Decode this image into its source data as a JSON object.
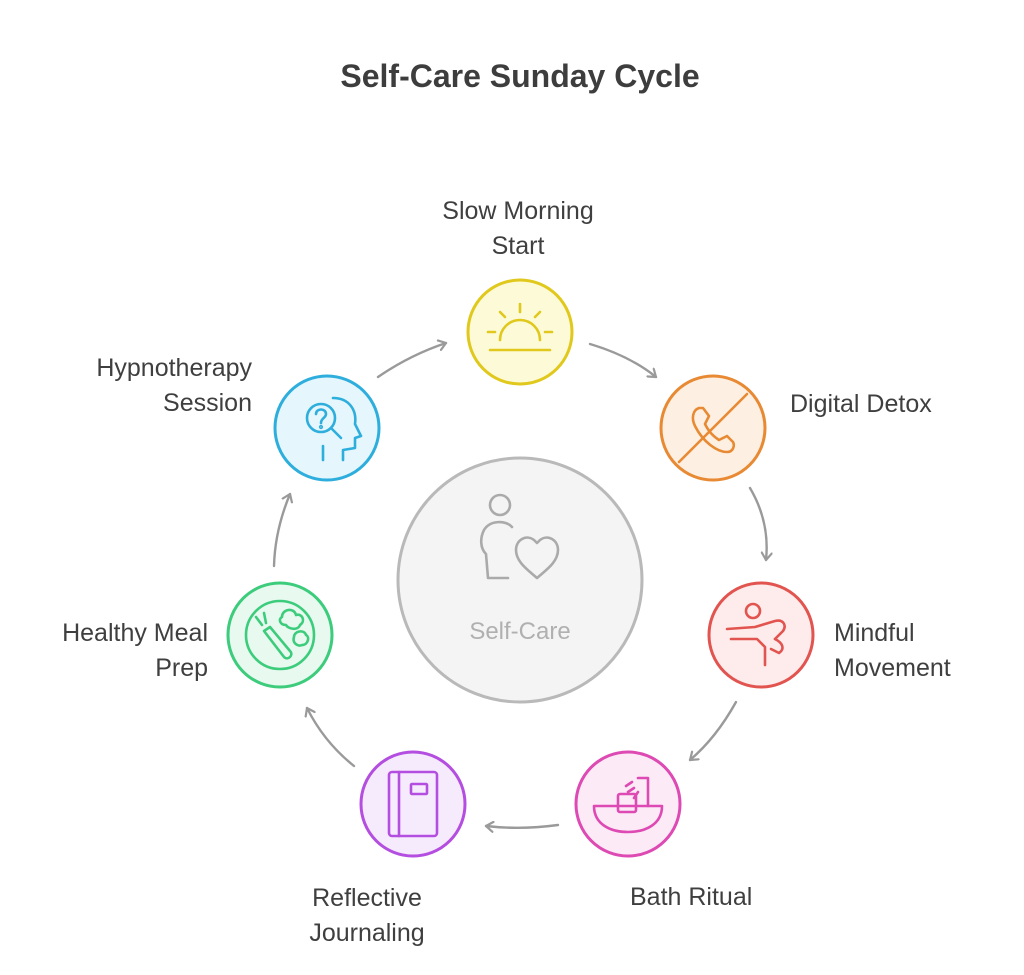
{
  "title": "Self-Care Sunday Cycle",
  "center": {
    "label": "Self-Care",
    "icon": "person-heart-icon"
  },
  "steps": [
    {
      "line1": "Slow Morning",
      "line2": "Start",
      "icon": "sunrise-icon",
      "stroke": "#e0c81c",
      "fill": "#fdfad8"
    },
    {
      "line1": "Digital Detox",
      "line2": "",
      "icon": "no-phone-icon",
      "stroke": "#e88a34",
      "fill": "#fdf0e2"
    },
    {
      "line1": "Mindful",
      "line2": "Movement",
      "icon": "stretching-person-icon",
      "stroke": "#e2544f",
      "fill": "#fdeceb"
    },
    {
      "line1": "Bath Ritual",
      "line2": "",
      "icon": "bathtub-icon",
      "stroke": "#de4ab3",
      "fill": "#fcebf6"
    },
    {
      "line1": "Reflective",
      "line2": "Journaling",
      "icon": "journal-icon",
      "stroke": "#b44ee0",
      "fill": "#f6ebfc"
    },
    {
      "line1": "Healthy Meal",
      "line2": "Prep",
      "icon": "vegetables-plate-icon",
      "stroke": "#3ccc7c",
      "fill": "#e8f9ef"
    },
    {
      "line1": "Hypnotherapy",
      "line2": "Session",
      "icon": "mind-question-icon",
      "stroke": "#2eaedc",
      "fill": "#e5f6fc"
    }
  ]
}
